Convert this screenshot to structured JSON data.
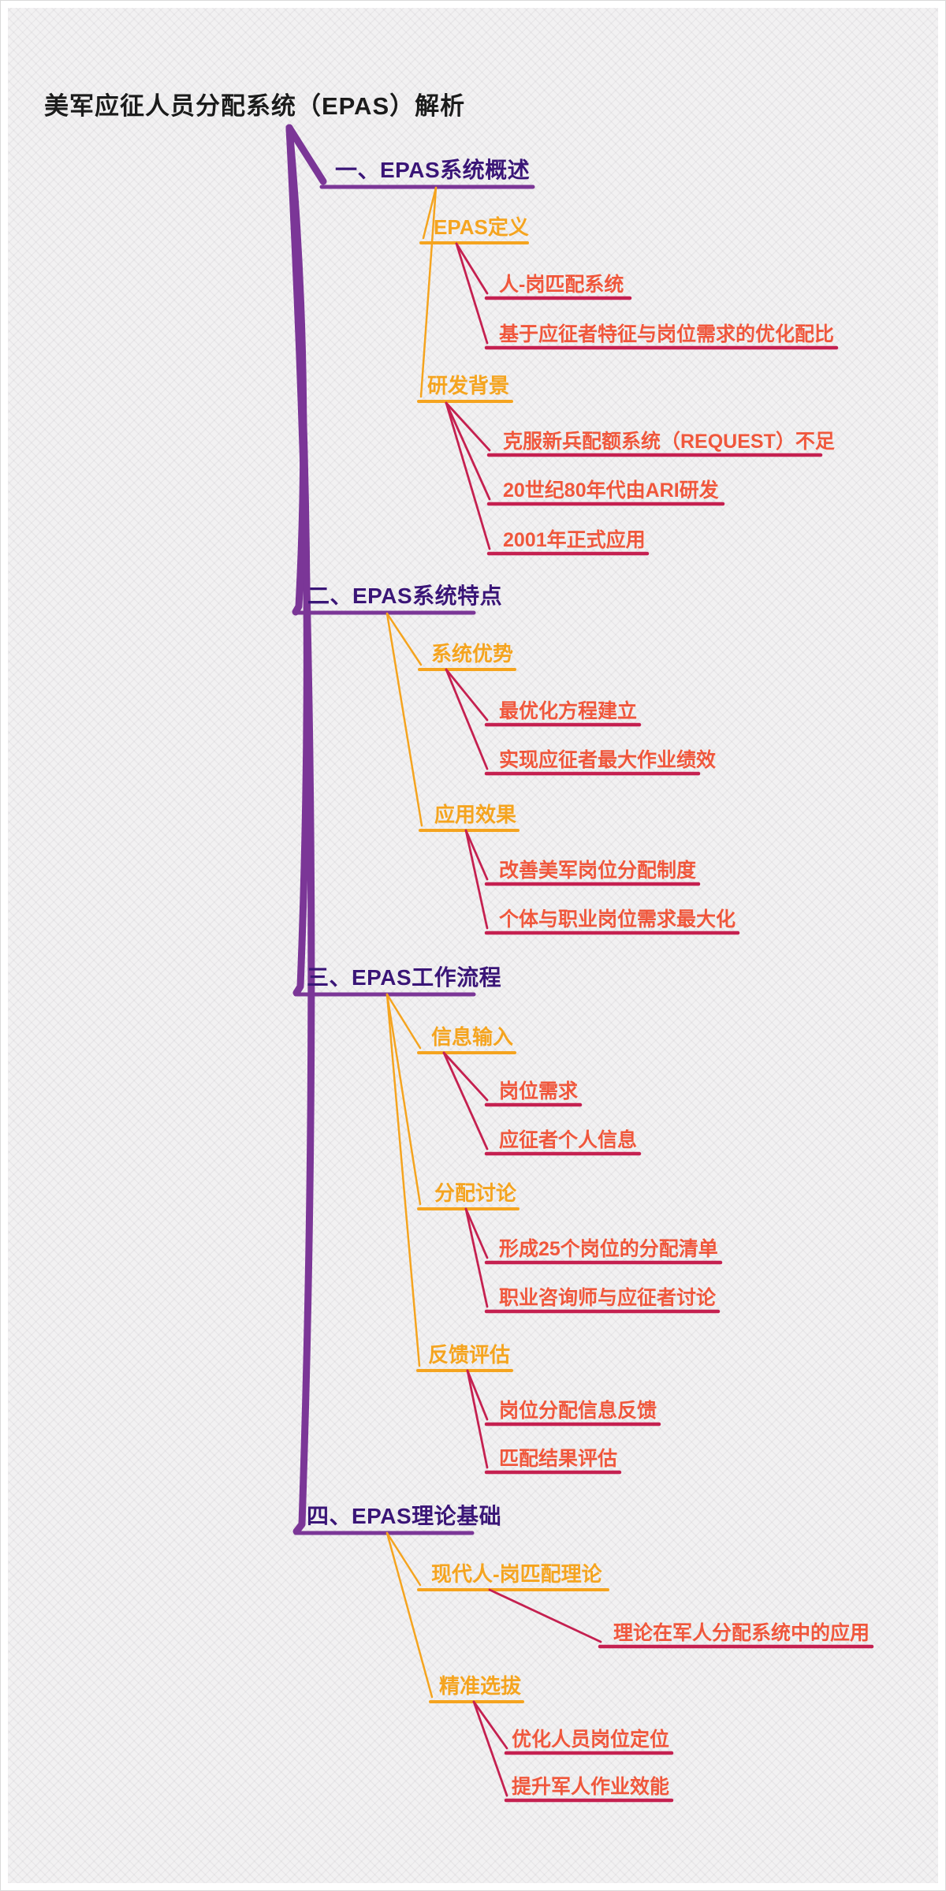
{
  "mindmap": {
    "root_title": "美军应征人员分配系统（EPAS）解析",
    "colors": {
      "root_text": "#1b1b1b",
      "branch_text": "#3a1577",
      "branch_line": "#7b3697",
      "sub_text": "#f5a41f",
      "sub_line": "#f5a41f",
      "leaf_text": "#f0573c",
      "leaf_line": "#c52050",
      "background": "#f2f1f2"
    },
    "branches": [
      {
        "label": "一、EPAS系统概述",
        "children": [
          {
            "label": "EPAS定义",
            "children": [
              {
                "label": "人-岗匹配系统"
              },
              {
                "label": "基于应征者特征与岗位需求的优化配比"
              }
            ]
          },
          {
            "label": "研发背景",
            "children": [
              {
                "label": "克服新兵配额系统（REQUEST）不足"
              },
              {
                "label": "20世纪80年代由ARI研发"
              },
              {
                "label": "2001年正式应用"
              }
            ]
          }
        ]
      },
      {
        "label": "二、EPAS系统特点",
        "children": [
          {
            "label": "系统优势",
            "children": [
              {
                "label": "最优化方程建立"
              },
              {
                "label": "实现应征者最大作业绩效"
              }
            ]
          },
          {
            "label": "应用效果",
            "children": [
              {
                "label": "改善美军岗位分配制度"
              },
              {
                "label": "个体与职业岗位需求最大化"
              }
            ]
          }
        ]
      },
      {
        "label": "三、EPAS工作流程",
        "children": [
          {
            "label": "信息输入",
            "children": [
              {
                "label": "岗位需求"
              },
              {
                "label": "应征者个人信息"
              }
            ]
          },
          {
            "label": "分配讨论",
            "children": [
              {
                "label": "形成25个岗位的分配清单"
              },
              {
                "label": "职业咨询师与应征者讨论"
              }
            ]
          },
          {
            "label": "反馈评估",
            "children": [
              {
                "label": "岗位分配信息反馈"
              },
              {
                "label": "匹配结果评估"
              }
            ]
          }
        ]
      },
      {
        "label": "四、EPAS理论基础",
        "children": [
          {
            "label": "现代人-岗匹配理论",
            "children": [
              {
                "label": "理论在军人分配系统中的应用"
              }
            ]
          },
          {
            "label": "精准选拔",
            "children": [
              {
                "label": "优化人员岗位定位"
              },
              {
                "label": "提升军人作业效能"
              }
            ]
          }
        ]
      }
    ]
  }
}
